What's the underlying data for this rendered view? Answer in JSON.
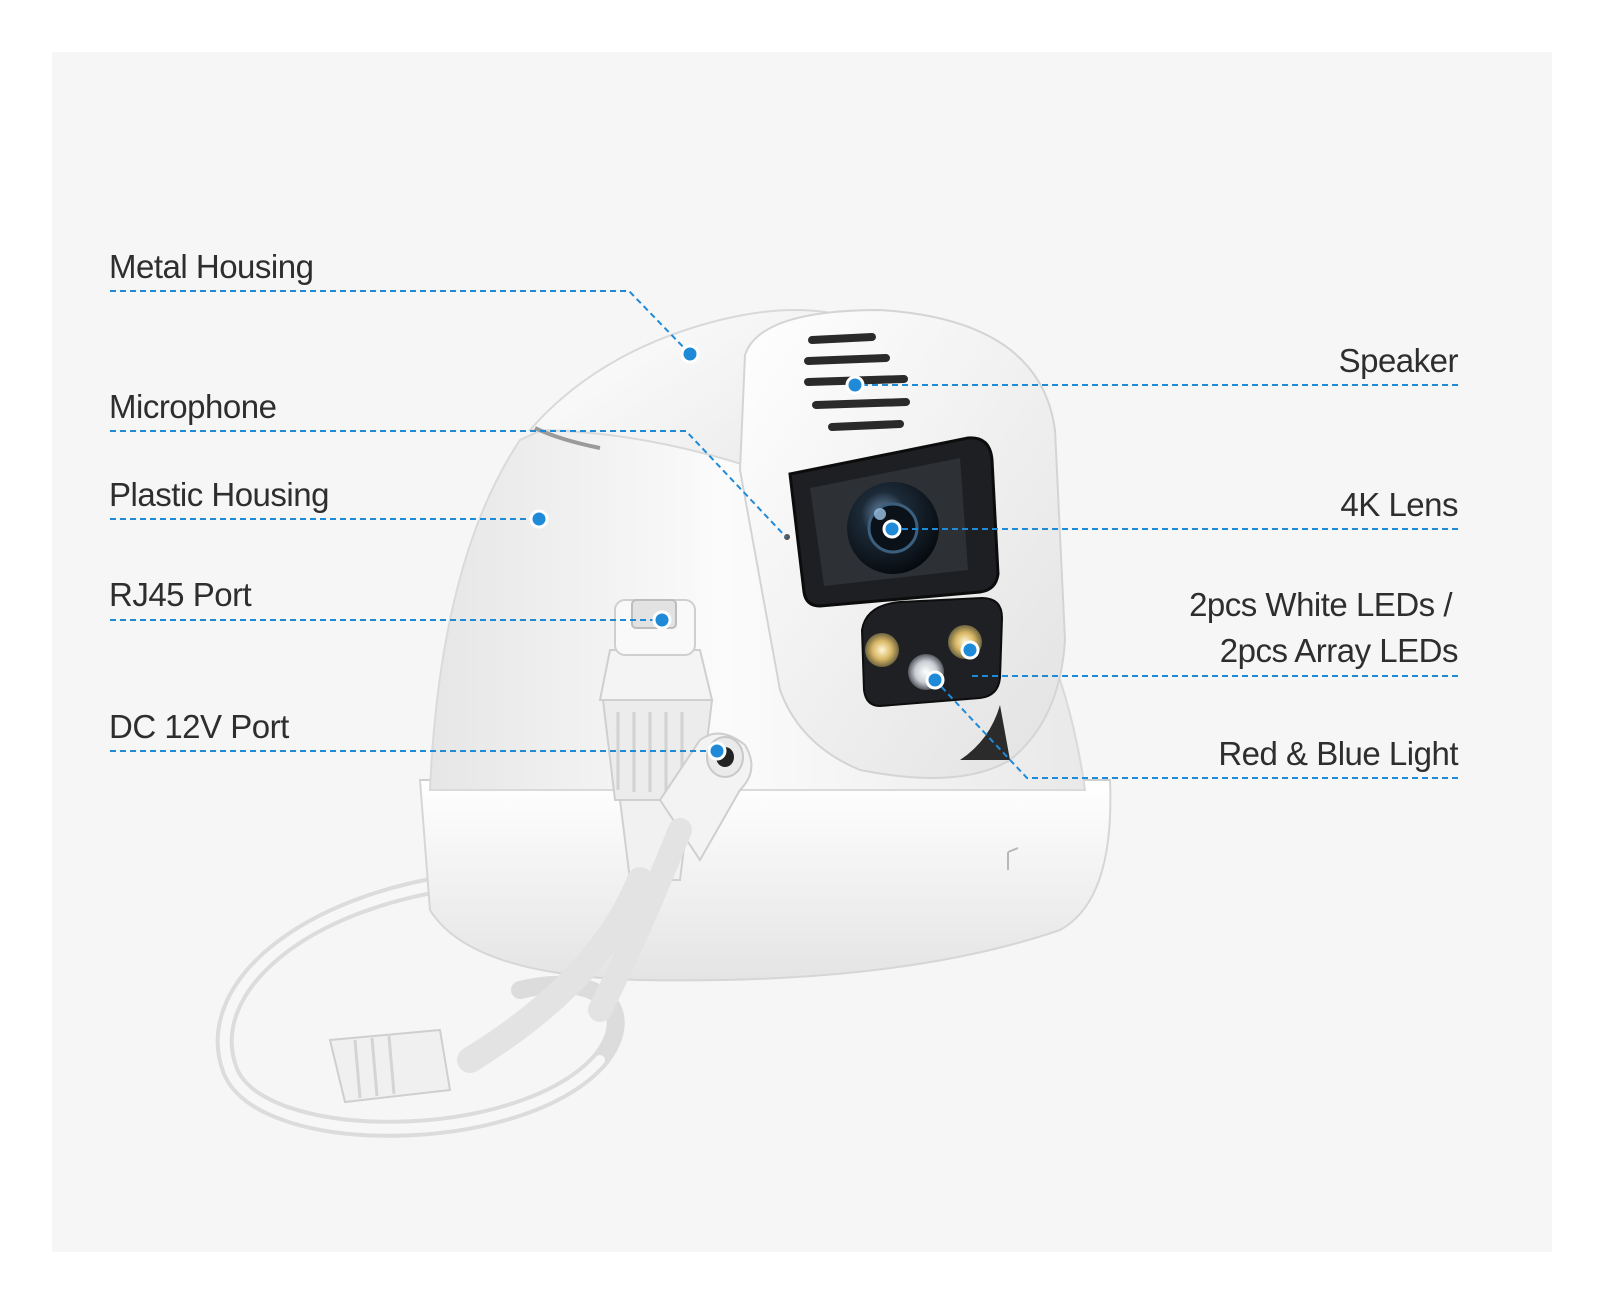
{
  "colors": {
    "accent": "#1f8bd8",
    "label_text": "#2e2e2e",
    "panel_background": "#f6f6f6",
    "housing_white": "#f2f2f2"
  },
  "callouts": {
    "metal_housing": "Metal Housing",
    "microphone": "Microphone",
    "plastic_housing": "Plastic Housing",
    "rj45_port": "RJ45 Port",
    "dc_port": "DC 12V Port",
    "speaker": "Speaker",
    "lens": "4K Lens",
    "leds_line1": "2pcs White LEDs /",
    "leds_line2": "2pcs Array LEDs",
    "red_blue_light": "Red & Blue Light"
  }
}
